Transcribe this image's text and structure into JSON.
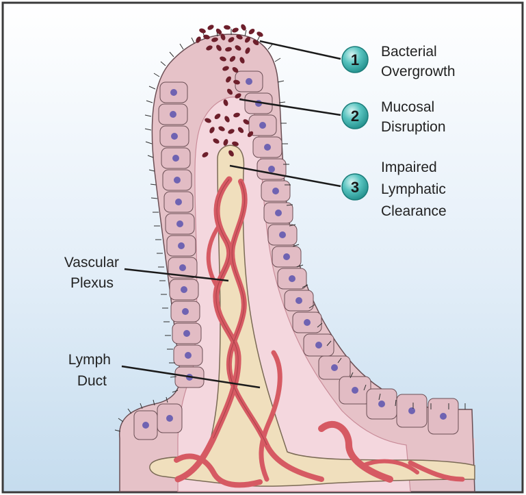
{
  "steps": [
    {
      "number": "1",
      "line1": "Bacterial",
      "line2": "Overgrowth",
      "line3": ""
    },
    {
      "number": "2",
      "line1": "Mucosal",
      "line2": "Disruption",
      "line3": ""
    },
    {
      "number": "3",
      "line1": "Impaired",
      "line2": "Lymphatic",
      "line3": "Clearance"
    }
  ],
  "labels": {
    "vascular_line1": "Vascular",
    "vascular_line2": "Plexus",
    "lymph_line1": "Lymph",
    "lymph_line2": "Duct"
  },
  "colors": {
    "background_top": "#ffffff",
    "background_bottom": "#c5dcee",
    "frame_border": "#3a3a3a",
    "cell_fill": "#e6c2c8",
    "cell_outline": "#6a4e54",
    "nucleus": "#6f63b2",
    "lamina_propria": "#f2d3da",
    "lacteal": "#f0dfbd",
    "vessel": "#d65a63",
    "bacteria": "#6d1f2b",
    "badge_teal": "#2aa9a5",
    "leader_line": "#1a1a1a"
  },
  "icons": {
    "badge": "teal-numbered-circle"
  }
}
